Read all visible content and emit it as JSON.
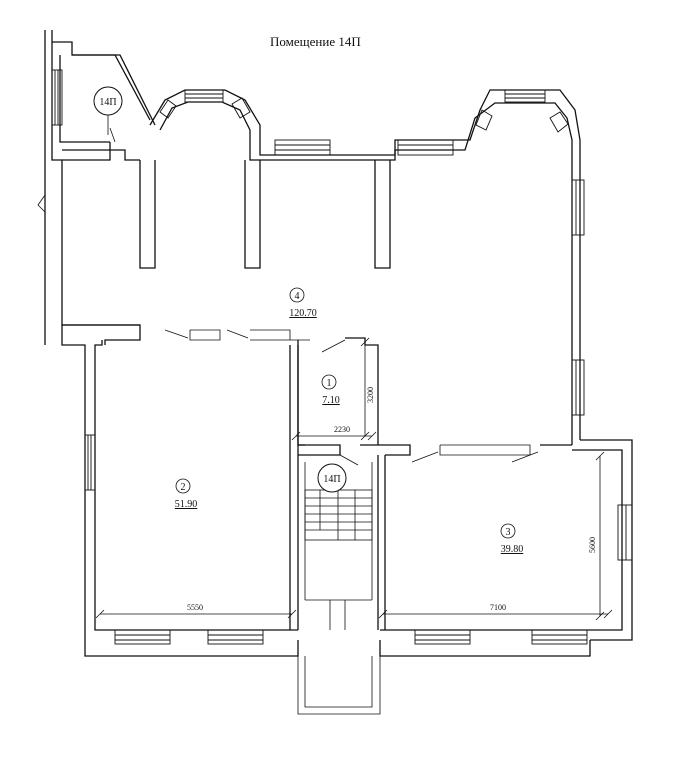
{
  "title": "Помещение 14П",
  "unit_tags": [
    "14П",
    "14П"
  ],
  "rooms": [
    {
      "number": "1",
      "area": "7.10"
    },
    {
      "number": "2",
      "area": "51.90"
    },
    {
      "number": "3",
      "area": "39.80"
    },
    {
      "number": "4",
      "area": "120.70"
    }
  ],
  "dimensions": {
    "room1_height": "3200",
    "room1_width": "2230",
    "room2_width": "5550",
    "room3_width": "7100",
    "room3_height": "5600"
  }
}
